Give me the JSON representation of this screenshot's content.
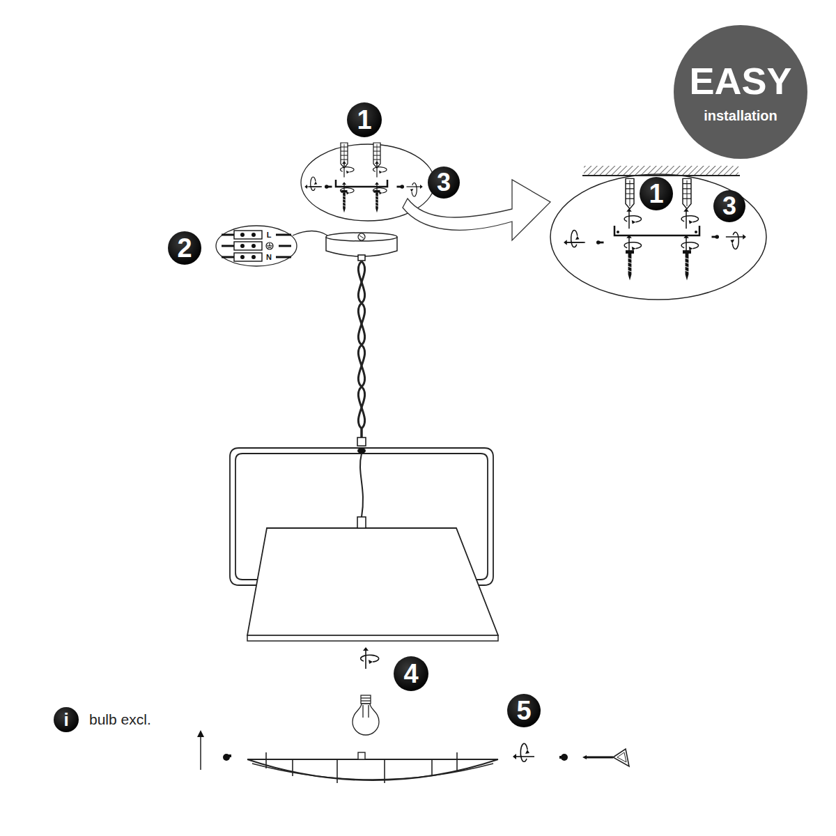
{
  "diagram": {
    "nodes": [
      {
        "text": [
          "EASY",
          "installation"
        ]
      }
    ],
    "labels": [
      "1",
      "3",
      "1",
      "3",
      "2",
      "L",
      "N",
      "4",
      "5",
      "i",
      "bulb excl."
    ]
  }
}
